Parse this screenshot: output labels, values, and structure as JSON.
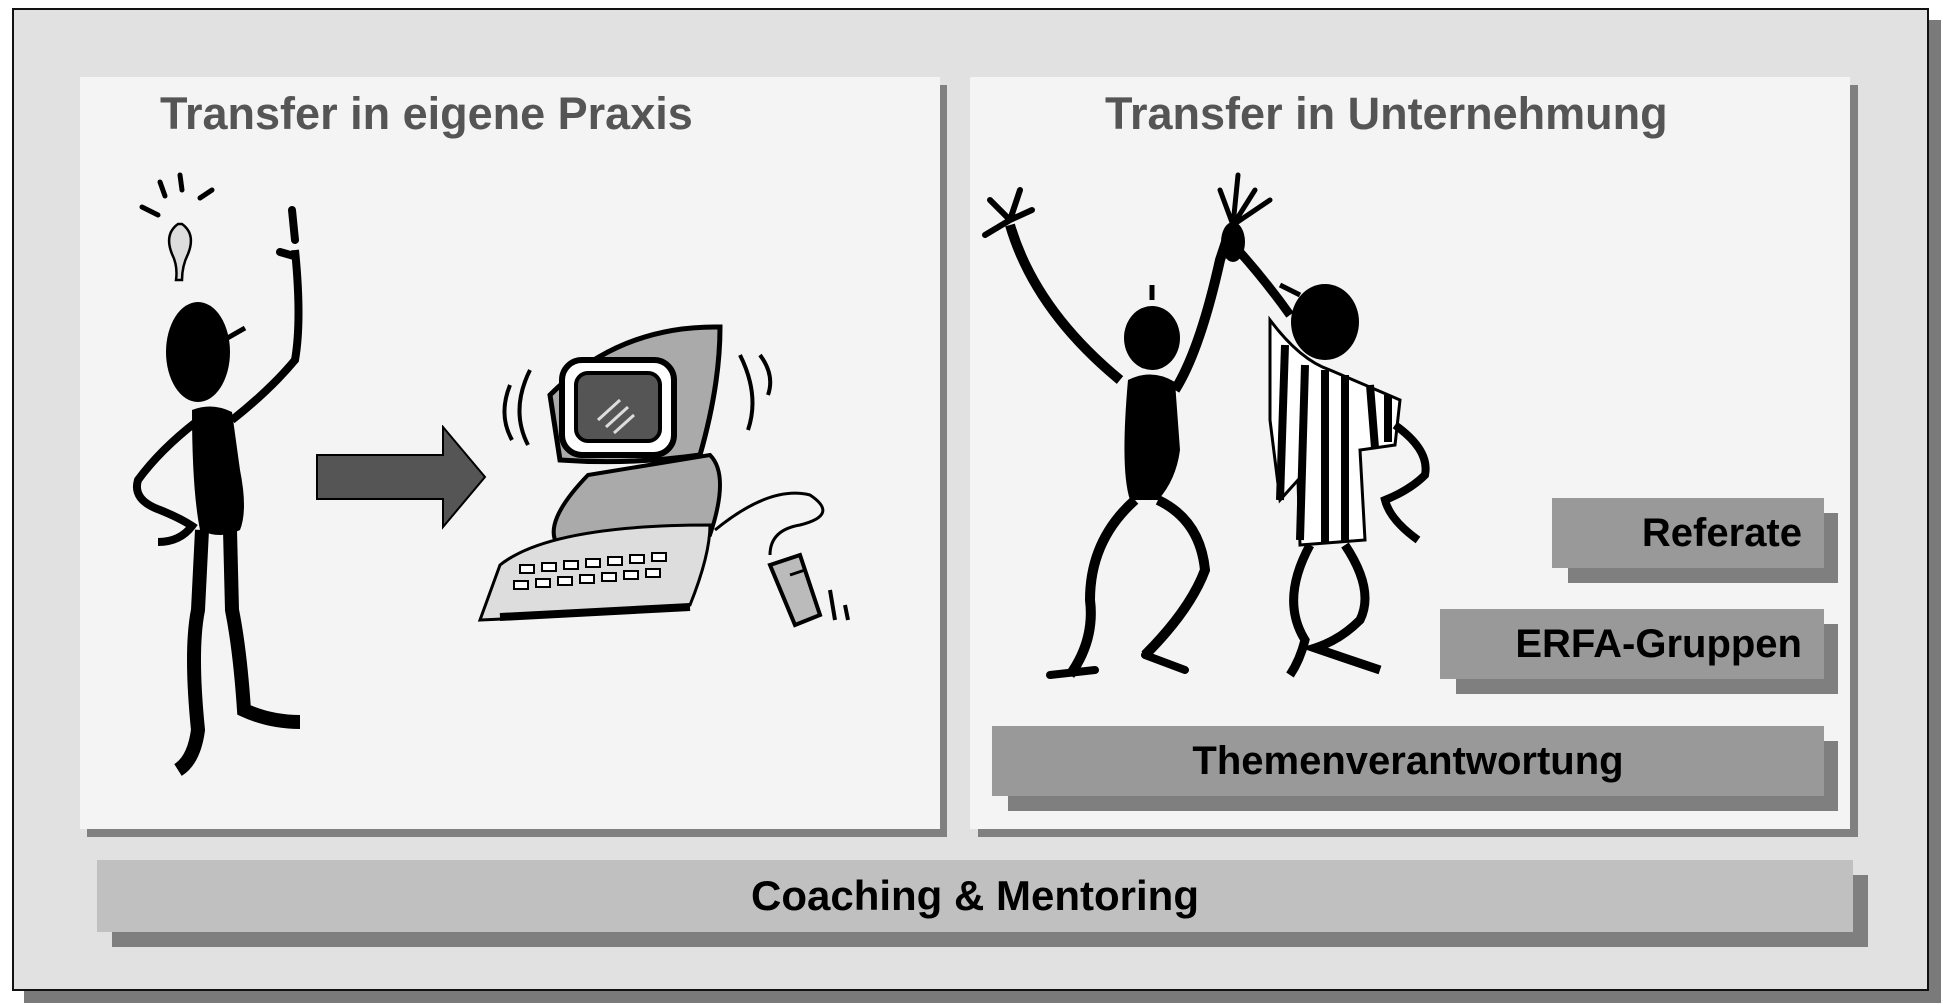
{
  "left_panel": {
    "title": "Transfer in eigene Praxis"
  },
  "right_panel": {
    "title": "Transfer in Unternehmung"
  },
  "boxes": {
    "referate": "Referate",
    "erfa": "ERFA-Gruppen",
    "themen": "Themenverantwortung"
  },
  "bottom_bar": {
    "label": "Coaching & Mentoring"
  },
  "icons": [
    "thinking-person-icon",
    "lightbulb-icon",
    "arrow-right-icon",
    "computer-icon",
    "mouse-icon",
    "celebrating-people-icon"
  ],
  "colors": {
    "frame": "#e1e1e1",
    "panel": "#f4f4f4",
    "box_dark": "#999999",
    "box_light": "#c0c0c0",
    "title": "#555555"
  }
}
